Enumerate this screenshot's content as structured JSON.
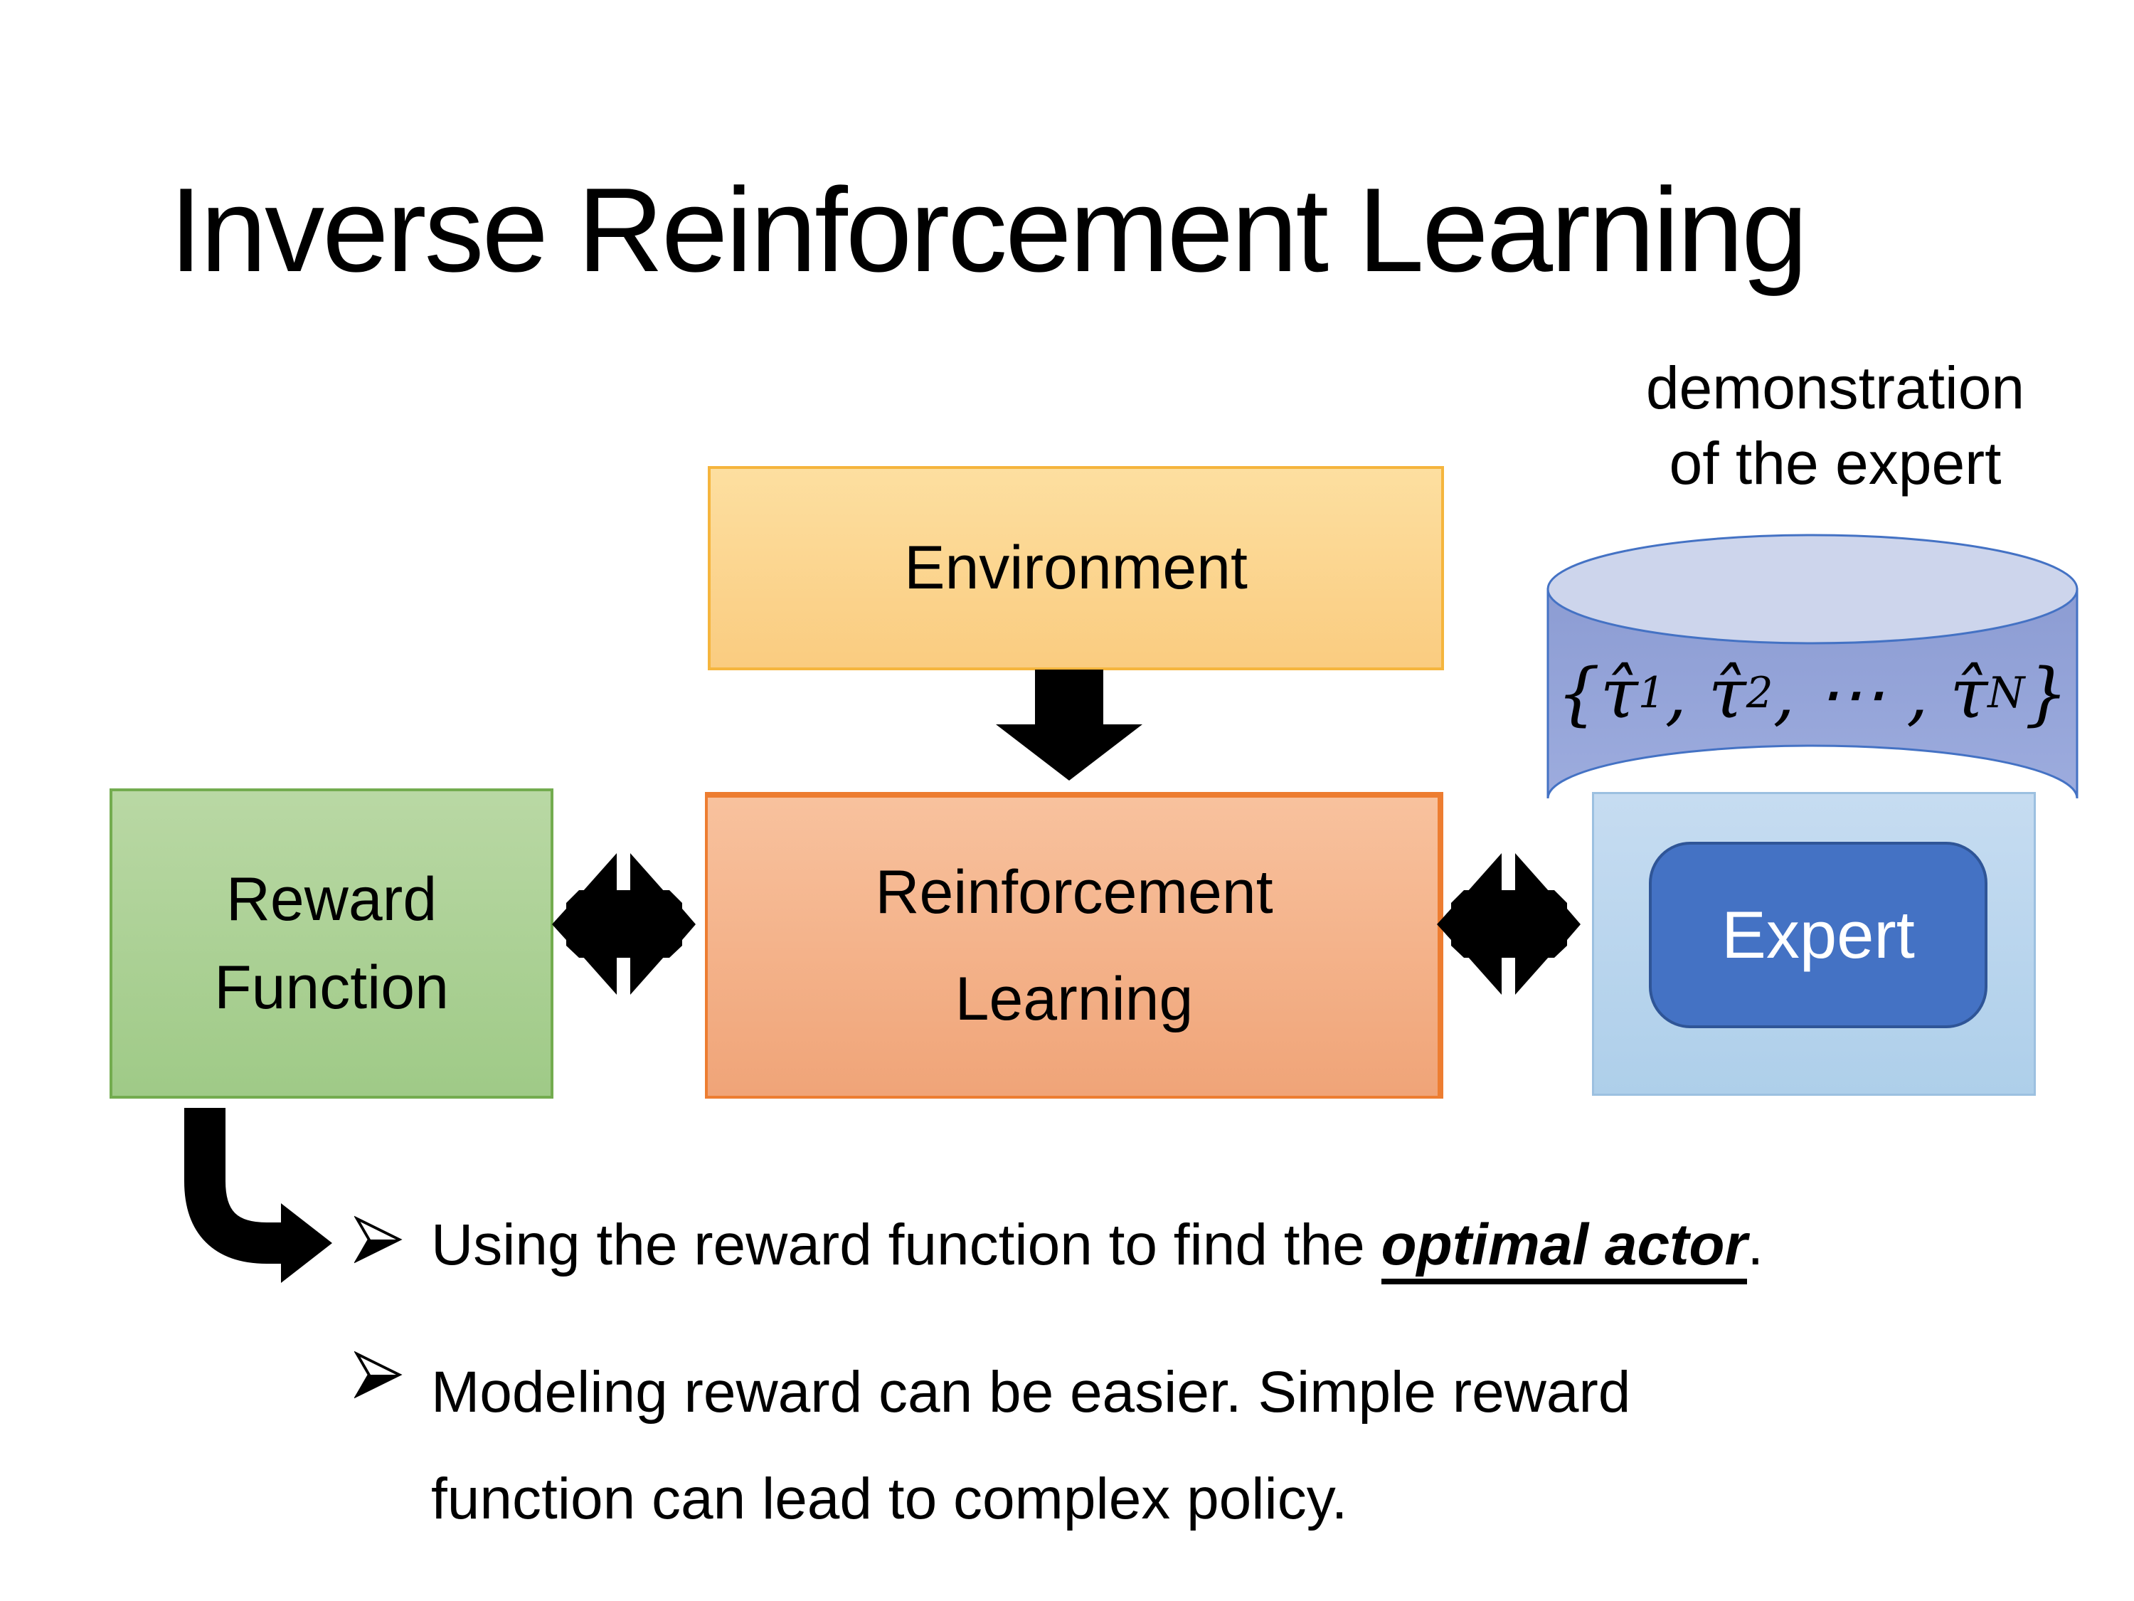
{
  "slide": {
    "title": "Inverse Reinforcement Learning",
    "demo_label": {
      "line1": "demonstration",
      "line2": "of the expert"
    },
    "boxes": {
      "environment": {
        "label": "Environment"
      },
      "reward_function": {
        "line1": "Reward",
        "line2": "Function"
      },
      "reinforcement_learning": {
        "line1": "Reinforcement",
        "line2": "Learning"
      },
      "expert": {
        "label": "Expert"
      }
    },
    "cylinder": {
      "formula": {
        "open": "{",
        "tau1": "τ̂",
        "sub1": "1",
        "comma1": ", ",
        "tau2": "τ̂",
        "sub2": "2",
        "dots": ", ⋯ , ",
        "tau3": "τ̂",
        "subN": "N",
        "close": "}"
      }
    },
    "bullets": {
      "b1": {
        "pre": "Using the reward function to find the ",
        "emphasis": "optimal actor",
        "post": "."
      },
      "b2": {
        "line1": "Modeling reward can be easier. Simple reward",
        "line2": "function can lead to complex policy."
      }
    },
    "icons": {
      "down_arrow": "down-block-arrow",
      "double_arrow": "bidirectional-interaction-arrow",
      "elbow_arrow": "elbow-right-arrow",
      "bullet_marker": "three-d-arrowhead-bullet"
    },
    "colors": {
      "text_color": "#000000",
      "arrow_color": "#000000",
      "environment_fill_top": "#FDDFA0",
      "environment_fill_bottom": "#FACC80",
      "environment_border": "#F5B53D",
      "rl_fill_top": "#F8C29E",
      "rl_fill_bottom": "#F0A478",
      "rl_border": "#ED7D31",
      "reward_fill_top": "#B9D8A4",
      "reward_fill_bottom": "#9FCA87",
      "reward_border": "#73AC4F",
      "expert_container_fill_top": "#C6DCF1",
      "expert_container_fill_bottom": "#AECFEA",
      "expert_container_border": "#9CC0E0",
      "expert_fill": "#4472C4",
      "expert_border": "#2F5597",
      "expert_text": "#FFFFFF",
      "cylinder_body_top": "#8C9CD3",
      "cylinder_body_bottom": "#9DACDE",
      "cylinder_top_fill": "#CDD5EC",
      "cylinder_border": "#4472C4"
    }
  }
}
